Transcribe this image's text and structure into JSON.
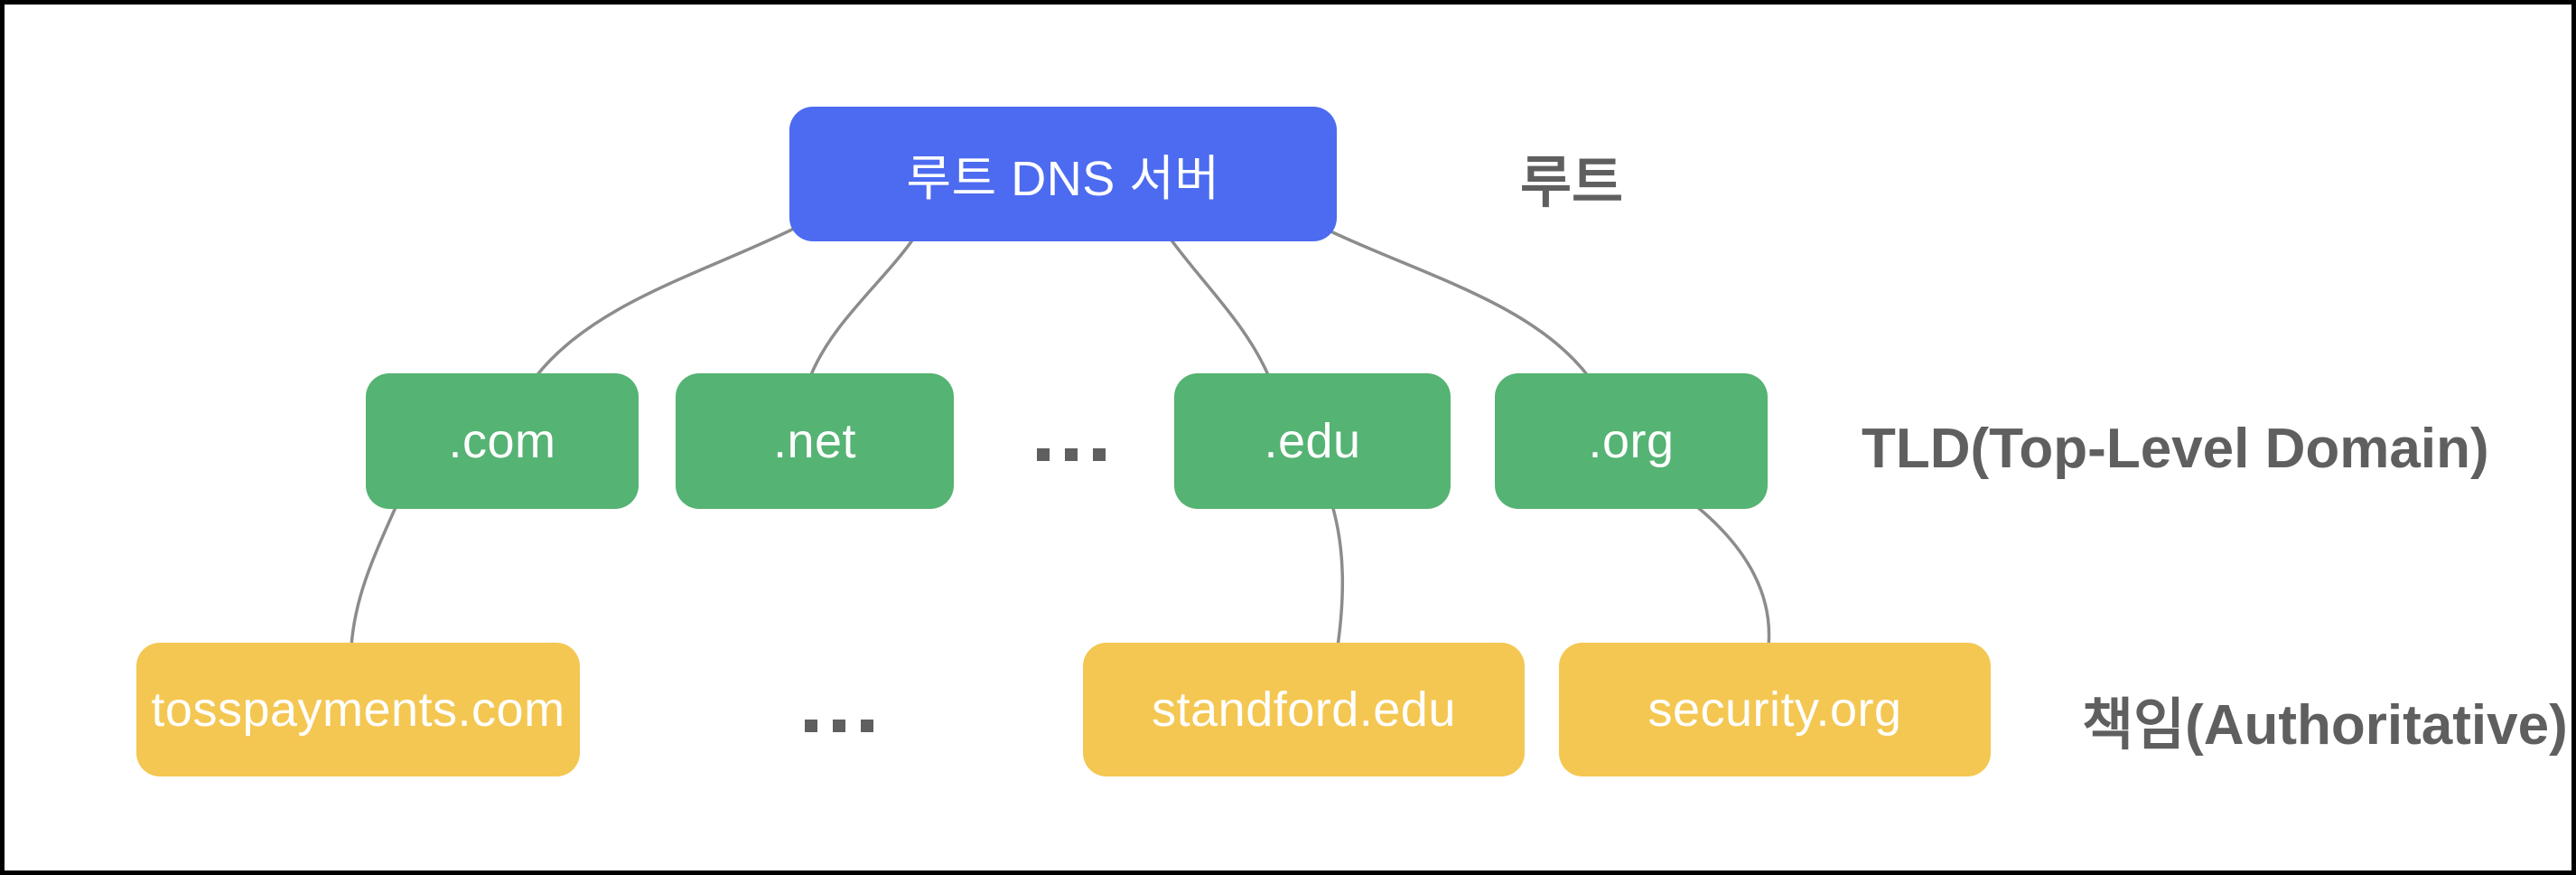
{
  "diagram": {
    "root_node": {
      "label": "루트 DNS 서버"
    },
    "tld_nodes": [
      ".com",
      ".net",
      ".edu",
      ".org"
    ],
    "authoritative_nodes": [
      "tosspayments.com",
      "standford.edu",
      "security.org"
    ],
    "ellipsis": "...",
    "level_labels": {
      "root": "루트",
      "tld": "TLD(Top-Level Domain)",
      "authoritative": "책임(Authoritative)"
    },
    "colors": {
      "root": "#4C6BF0",
      "tld": "#55B373",
      "authoritative": "#F4C752",
      "connector": "#8C8C8C",
      "node_text": "#FFFFFF",
      "label_text": "#5F5F5F"
    }
  }
}
